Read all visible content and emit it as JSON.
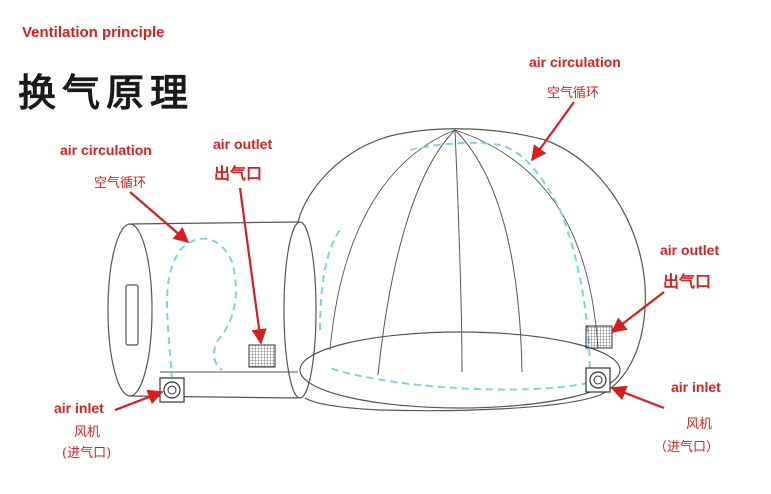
{
  "title_en": "Ventilation principle",
  "title_cn": "换气原理",
  "labels": {
    "circ_left_en": "air circulation",
    "circ_left_cn": "空气循环",
    "outlet_left_en": "air outlet",
    "outlet_left_cn": "出气口",
    "circ_right_en": "air circulation",
    "circ_right_cn": "空气循环",
    "outlet_right_en": "air outlet",
    "outlet_right_cn": "出气口",
    "inlet_left_en": "air inlet",
    "inlet_left_cn1": "风机",
    "inlet_left_cn2": "(进气口)",
    "inlet_right_en": "air inlet",
    "inlet_right_cn1": "风机",
    "inlet_right_cn2": "（进气口）"
  },
  "colors": {
    "label_red": "#d9201e",
    "arrow_red": "#d42020",
    "airflow": "#7fd3e0",
    "outline": "#555555"
  }
}
